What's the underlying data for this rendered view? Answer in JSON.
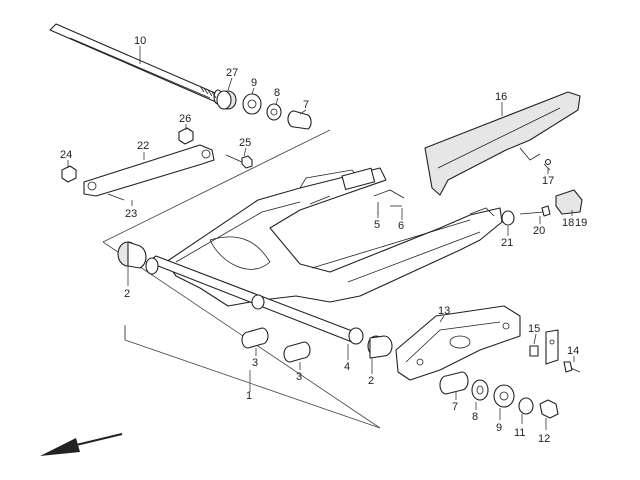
{
  "callouts": [
    {
      "id": "c10",
      "text": "10"
    },
    {
      "id": "c27",
      "text": "27"
    },
    {
      "id": "c9a",
      "text": "9"
    },
    {
      "id": "c8a",
      "text": "8"
    },
    {
      "id": "c7a",
      "text": "7"
    },
    {
      "id": "c26",
      "text": "26"
    },
    {
      "id": "c22",
      "text": "22"
    },
    {
      "id": "c25",
      "text": "25"
    },
    {
      "id": "c24",
      "text": "24"
    },
    {
      "id": "c23",
      "text": "23"
    },
    {
      "id": "c16",
      "text": "16"
    },
    {
      "id": "c17",
      "text": "17"
    },
    {
      "id": "c5",
      "text": "5"
    },
    {
      "id": "c6",
      "text": "6"
    },
    {
      "id": "c21",
      "text": "21"
    },
    {
      "id": "c20",
      "text": "20"
    },
    {
      "id": "c18",
      "text": "18"
    },
    {
      "id": "c19",
      "text": "19"
    },
    {
      "id": "c2a",
      "text": "2"
    },
    {
      "id": "c3a",
      "text": "3"
    },
    {
      "id": "c3b",
      "text": "3"
    },
    {
      "id": "c4",
      "text": "4"
    },
    {
      "id": "c2b",
      "text": "2"
    },
    {
      "id": "c1",
      "text": "1"
    },
    {
      "id": "c13",
      "text": "13"
    },
    {
      "id": "c15",
      "text": "15"
    },
    {
      "id": "c14",
      "text": "14"
    },
    {
      "id": "c7b",
      "text": "7"
    },
    {
      "id": "c8b",
      "text": "8"
    },
    {
      "id": "c9b",
      "text": "9"
    },
    {
      "id": "c11",
      "text": "11"
    },
    {
      "id": "c12",
      "text": "12"
    }
  ],
  "icons": {
    "direction_arrow": "front-direction-arrow-icon"
  }
}
